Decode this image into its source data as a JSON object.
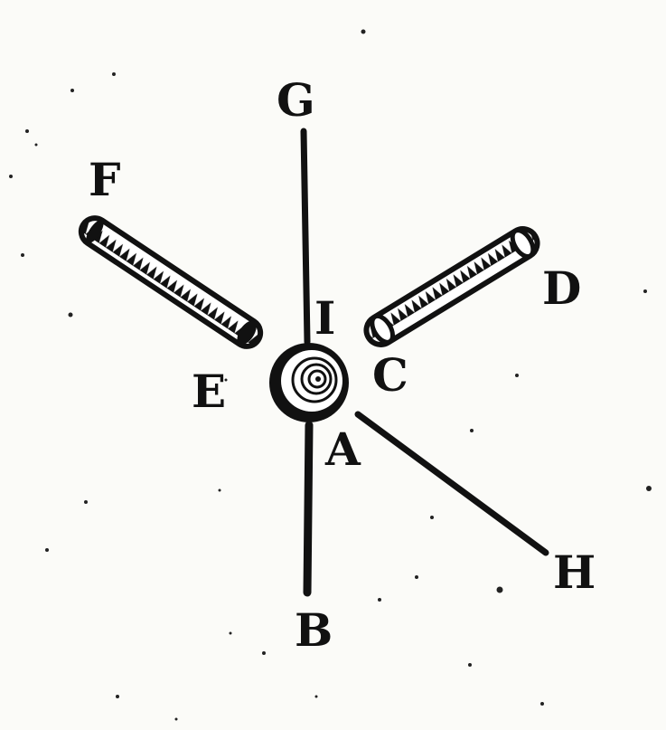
{
  "labels": {
    "G": "G",
    "F": "F",
    "D": "D",
    "I": "I",
    "E": "E",
    "C": "C",
    "A": "A",
    "H": "H",
    "B": "B"
  },
  "colors": {
    "ink": "#111111",
    "paper": "#fbfbf8"
  }
}
